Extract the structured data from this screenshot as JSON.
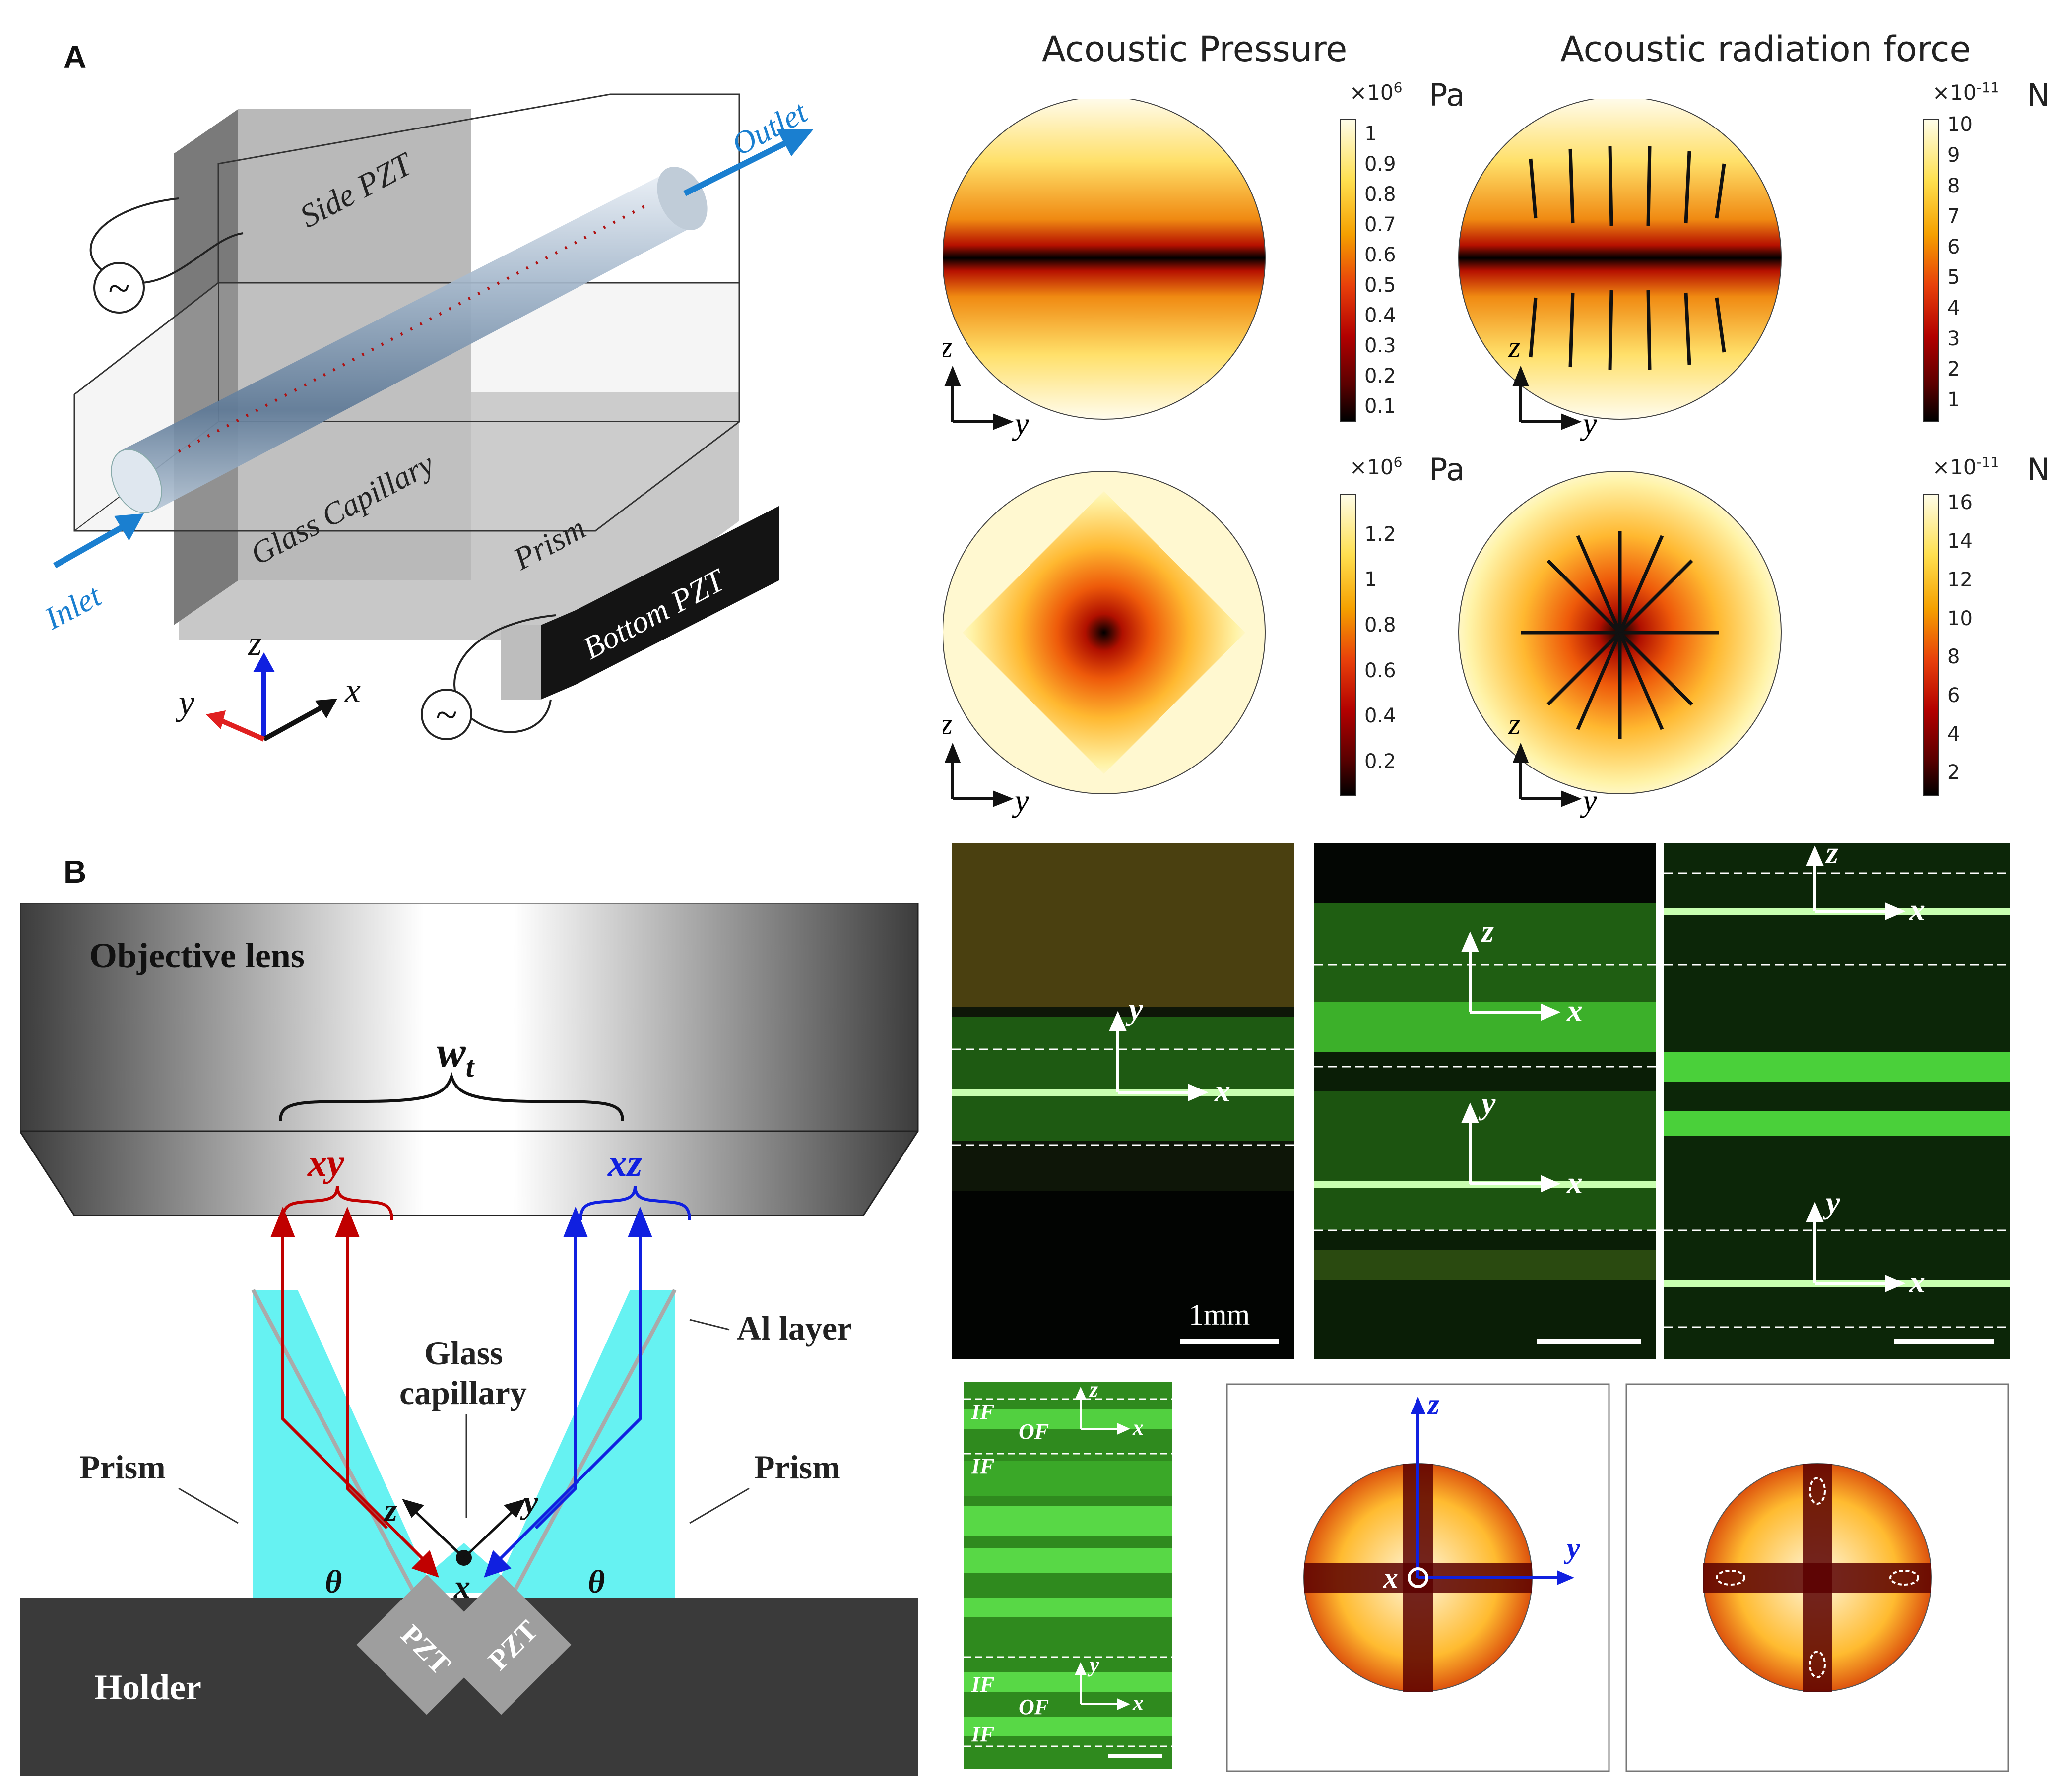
{
  "panel_a": {
    "label": "A",
    "schematic": {
      "side_pzt": "Side PZT",
      "outlet": "Outlet",
      "inlet": "Inlet",
      "glass_capillary": "Glass Capillary",
      "prism": "Prism",
      "bottom_pzt": "Bottom PZT",
      "source_symbol": "~",
      "axis_z": "z",
      "axis_y": "y",
      "axis_x": "x"
    },
    "simulations": {
      "pressure_title": "Acoustic Pressure",
      "force_title": "Acoustic radiation force",
      "pressure_unit": "Pa",
      "force_unit": "N",
      "pressure_multiplier_base": "×10",
      "pressure_multiplier_exp": "6",
      "force_multiplier_base": "×10",
      "force_multiplier_exp": "-11",
      "pressure_top_ticks": [
        "1",
        "0.9",
        "0.8",
        "0.7",
        "0.6",
        "0.5",
        "0.4",
        "0.3",
        "0.2",
        "0.1"
      ],
      "force_top_ticks": [
        "10",
        "9",
        "8",
        "7",
        "6",
        "5",
        "4",
        "3",
        "2",
        "1"
      ],
      "pressure_bottom_ticks": [
        "1.2",
        "1",
        "0.8",
        "0.6",
        "0.4",
        "0.2"
      ],
      "force_bottom_ticks": [
        "16",
        "14",
        "12",
        "10",
        "8",
        "6",
        "4",
        "2"
      ],
      "axis_z": "z",
      "axis_y": "y"
    }
  },
  "panel_b": {
    "label": "B",
    "setup": {
      "objective_lens": "Objective lens",
      "wt": "w",
      "wt_sub": "t",
      "xy": "xy",
      "xz": "xz",
      "al_layer": "Al layer",
      "glass_capillary_line1": "Glass",
      "glass_capillary_line2": "capillary",
      "prism_left": "Prism",
      "prism_right": "Prism",
      "holder": "Holder",
      "pzt_left": "PZT",
      "pzt_right": "PZT",
      "theta_left": "θ",
      "theta_right": "θ",
      "axis_z": "z",
      "axis_y": "y",
      "axis_x": "x"
    },
    "micrographs": {
      "scale_bar_label": "1mm",
      "axis_x": "x",
      "axis_y": "y",
      "axis_z": "z",
      "if_label": "IF",
      "of_label": "OF"
    }
  },
  "colors": {
    "red_ray": "#c00000",
    "blue_ray": "#1020e0",
    "prism_fill": "#66f2f2",
    "holder": "#3a3a3a",
    "blue_label": "#1a7fd0"
  }
}
